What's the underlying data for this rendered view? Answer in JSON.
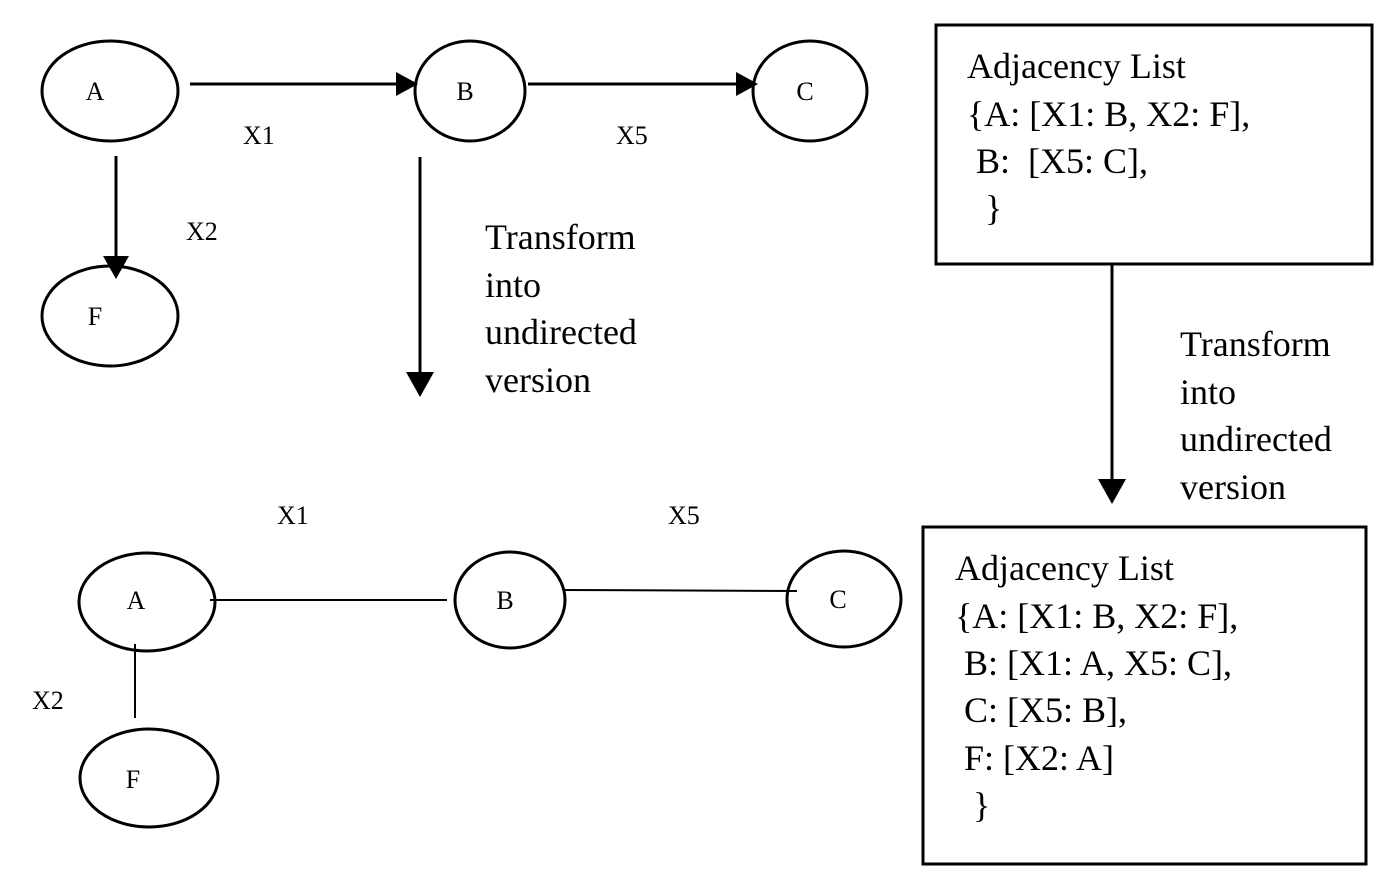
{
  "colors": {
    "stroke": "#000000",
    "background": "#ffffff"
  },
  "directed_graph": {
    "nodes": {
      "A": "A",
      "B": "B",
      "C": "C",
      "F": "F"
    },
    "edges": {
      "a_b": "X1",
      "b_c": "X5",
      "a_f": "X2"
    }
  },
  "undirected_graph": {
    "nodes": {
      "A": "A",
      "B": "B",
      "C": "C",
      "F": "F"
    },
    "edges": {
      "a_b": "X1",
      "b_c": "X5",
      "a_f": "X2"
    }
  },
  "transform_captions": {
    "graph": [
      "Transform",
      "into",
      "undirected",
      "version"
    ],
    "list": [
      "Transform",
      "into",
      "undirected",
      "version"
    ]
  },
  "adjacency_directed": {
    "lines": [
      "Adjacency List",
      "{A: [X1: B, X2: F],",
      " B:  [X5: C],",
      "  }"
    ]
  },
  "adjacency_undirected": {
    "lines": [
      "Adjacency List",
      "{A: [X1: B, X2: F],",
      " B: [X1: A, X5: C],",
      " C: [X5: B],",
      " F: [X2: A]",
      "  }"
    ]
  }
}
